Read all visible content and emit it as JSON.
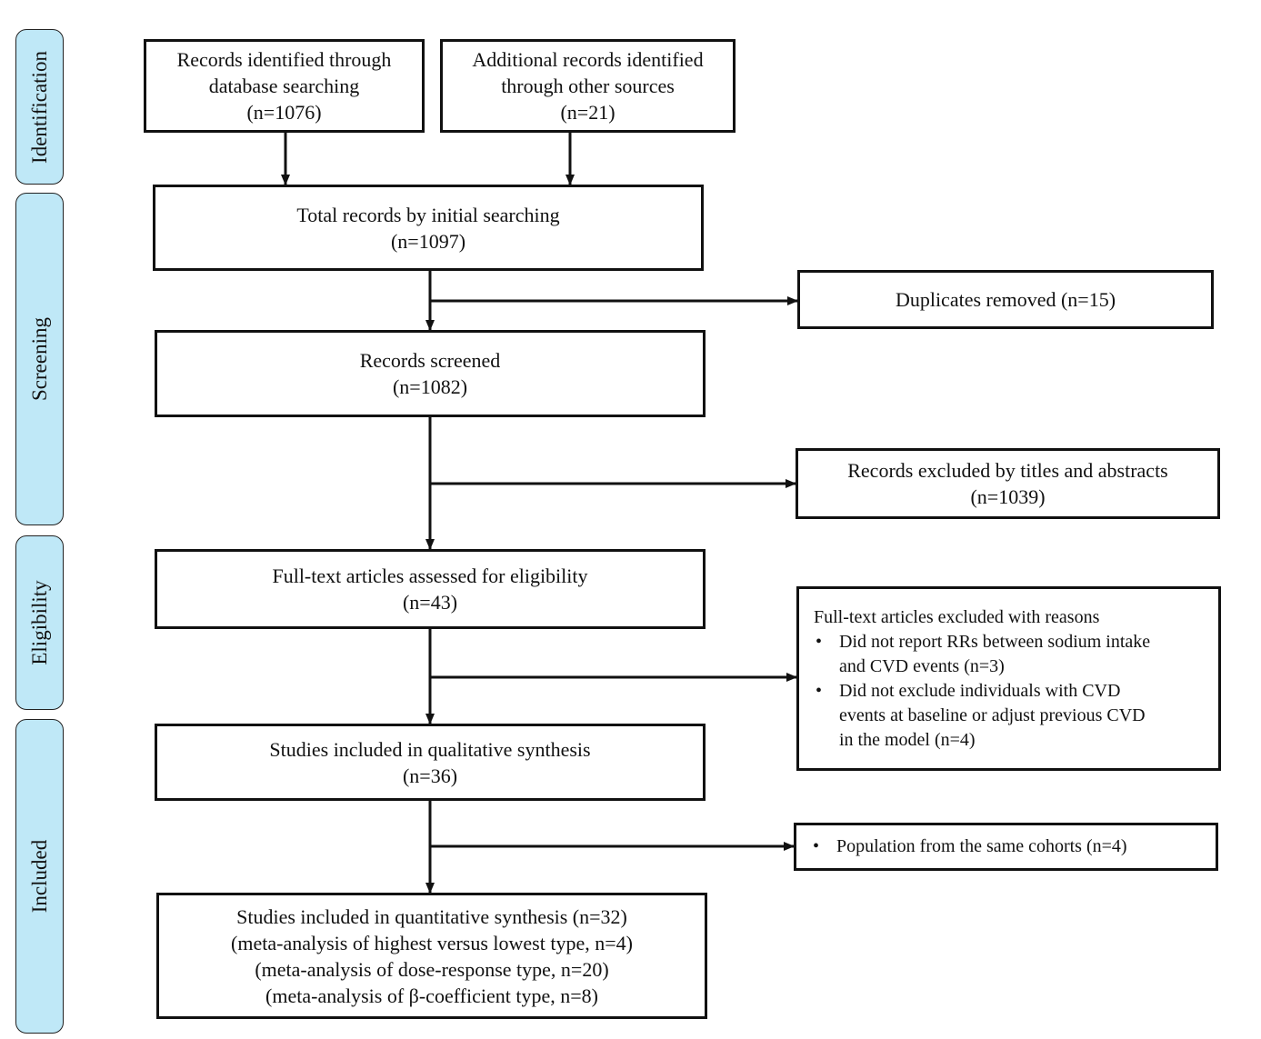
{
  "phases": {
    "identification": "Identification",
    "screening": "Screening",
    "eligibility": "Eligibility",
    "included": "Included"
  },
  "boxes": {
    "database": [
      "Records identified through",
      "database searching",
      "(n=1076)"
    ],
    "other_sources": [
      "Additional records identified",
      "through other sources",
      "(n=21)"
    ],
    "total": [
      "Total records by initial searching",
      "(n=1097)"
    ],
    "duplicates": [
      "Duplicates removed (n=15)"
    ],
    "screened": [
      "Records screened",
      "(n=1082)"
    ],
    "excluded_titles": [
      "Records excluded by titles and abstracts",
      "(n=1039)"
    ],
    "fulltext": [
      "Full-text articles assessed for eligibility",
      "(n=43)"
    ],
    "fulltext_excluded": {
      "heading": "Full-text articles excluded with reasons",
      "reasons": [
        [
          "Did not report RRs between sodium intake",
          "and CVD events (n=3)"
        ],
        [
          "Did not exclude individuals with CVD",
          "events at baseline or adjust previous CVD",
          "in the model (n=4)"
        ]
      ]
    },
    "qualitative": [
      "Studies included in qualitative synthesis",
      "(n=36)"
    ],
    "same_cohorts": [
      "Population from the same cohorts (n=4)"
    ],
    "quantitative": [
      "Studies included in quantitative synthesis (n=32)",
      "(meta-analysis of highest versus lowest type, n=4)",
      "(meta-analysis of dose-response type, n=20)",
      "(meta-analysis of β-coefficient type, n=8)"
    ]
  }
}
